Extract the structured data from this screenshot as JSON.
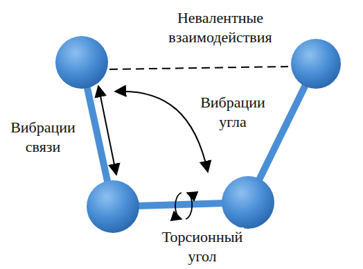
{
  "diagram": {
    "labels": [
      "Невалентные взаимодействия",
      "Вибрации связи",
      "Вибрации угла",
      "Торсионный угол"
    ]
  }
}
